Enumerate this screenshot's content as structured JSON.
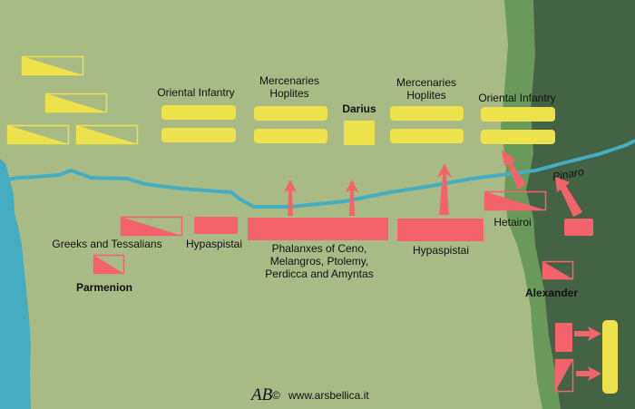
{
  "colors": {
    "plain": "#a9bb85",
    "hills": "#6a9a5a",
    "mountains": "#446244",
    "sea": "#45adc1",
    "persian": "#ede24c",
    "macedonian": "#f5636a"
  },
  "labels": {
    "oriental_infantry_left": "Oriental Infantry",
    "mercenaries_left_1": "Mercenaries",
    "mercenaries_left_2": "Hoplites",
    "darius": "Darius",
    "mercenaries_right_1": "Mercenaries",
    "mercenaries_right_2": "Hoplites",
    "oriental_infantry_right": "Oriental Infantry",
    "river": "Pinaro",
    "greeks": "Greeks and Tessalians",
    "hypaspistai_left": "Hypaspistai",
    "phalanx_1": "Phalanxes of Ceno,",
    "phalanx_2": "Melangros, Ptolemy,",
    "phalanx_3": "Perdicca and Amyntas",
    "hypaspistai_right": "Hypaspistai",
    "hetairoi": "Hetairoi",
    "parmenion": "Parmenion",
    "alexander": "Alexander"
  },
  "footer": {
    "logo": "AB",
    "copyright": "©",
    "website": "www.arsbellica.it"
  }
}
